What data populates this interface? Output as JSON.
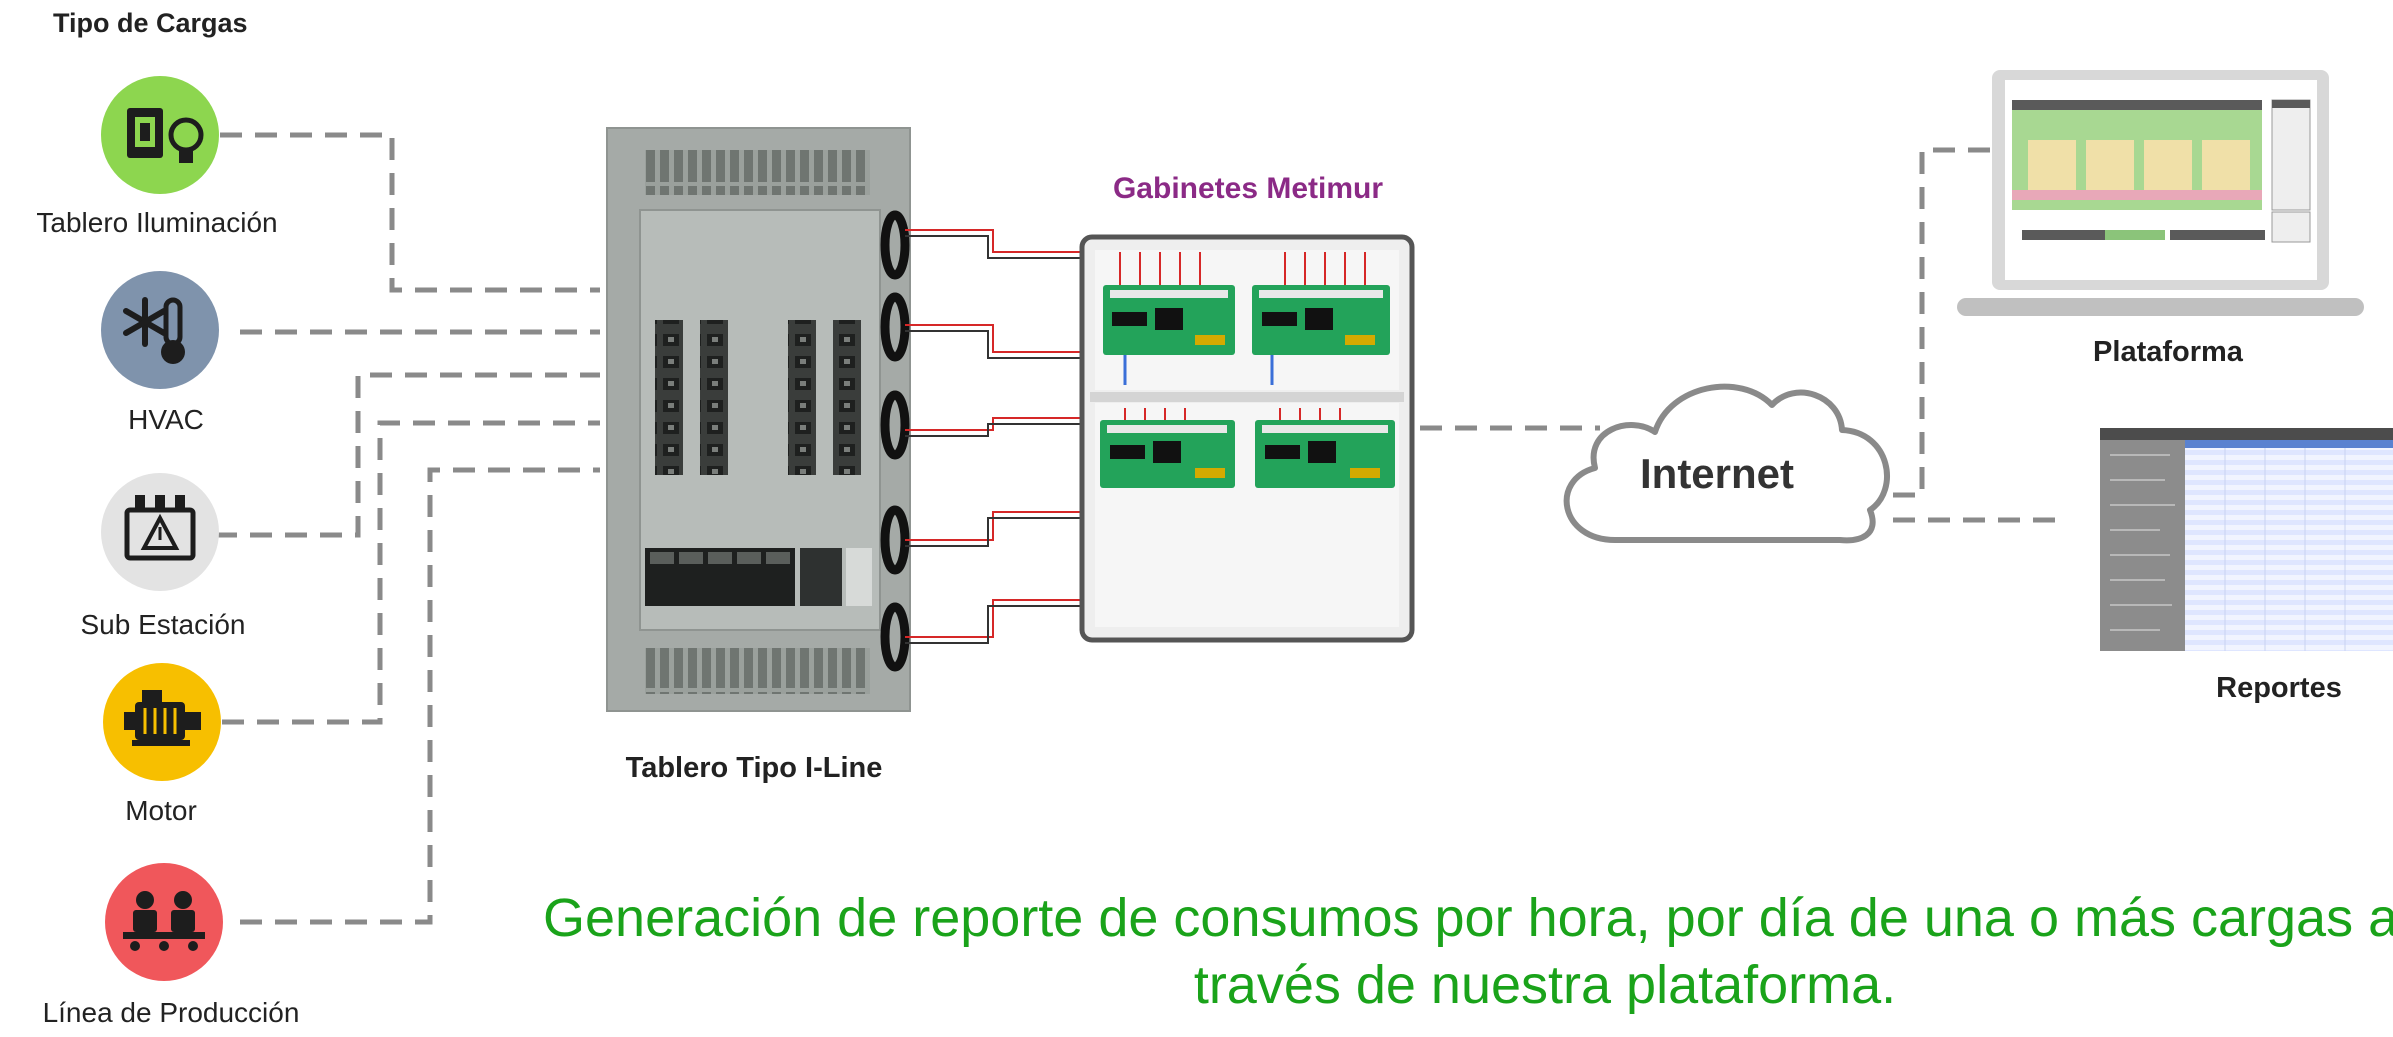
{
  "sections": {
    "loads_title": "Tipo de Cargas",
    "panel_label": "Tablero Tipo I-Line",
    "cabinet_label": "Gabinetes Metimur",
    "cloud_label": "Internet",
    "platform_label": "Plataforma",
    "reports_label": "Reportes"
  },
  "loads": [
    {
      "label": "Tablero Iluminación",
      "icon": "lighting-panel-icon",
      "color": "#8dd64f"
    },
    {
      "label": "HVAC",
      "icon": "hvac-icon",
      "color": "#7f93ac"
    },
    {
      "label": "Sub Estación",
      "icon": "substation-icon",
      "color": "#e3e3e3"
    },
    {
      "label": "Motor",
      "icon": "motor-icon",
      "color": "#f7bf00"
    },
    {
      "label": "Línea de Producción",
      "icon": "production-line-icon",
      "color": "#f0575b"
    }
  ],
  "caption": {
    "line1": "Generación de reporte de consumos por hora, por día de una o más cargas a",
    "line2": "través de nuestra plataforma."
  },
  "colors": {
    "caption": "#1aa31a",
    "cabinet_title": "#8b2a86",
    "connector": "#8a8a8a",
    "panel": "#a5aaa7",
    "board": "#23a35a"
  }
}
